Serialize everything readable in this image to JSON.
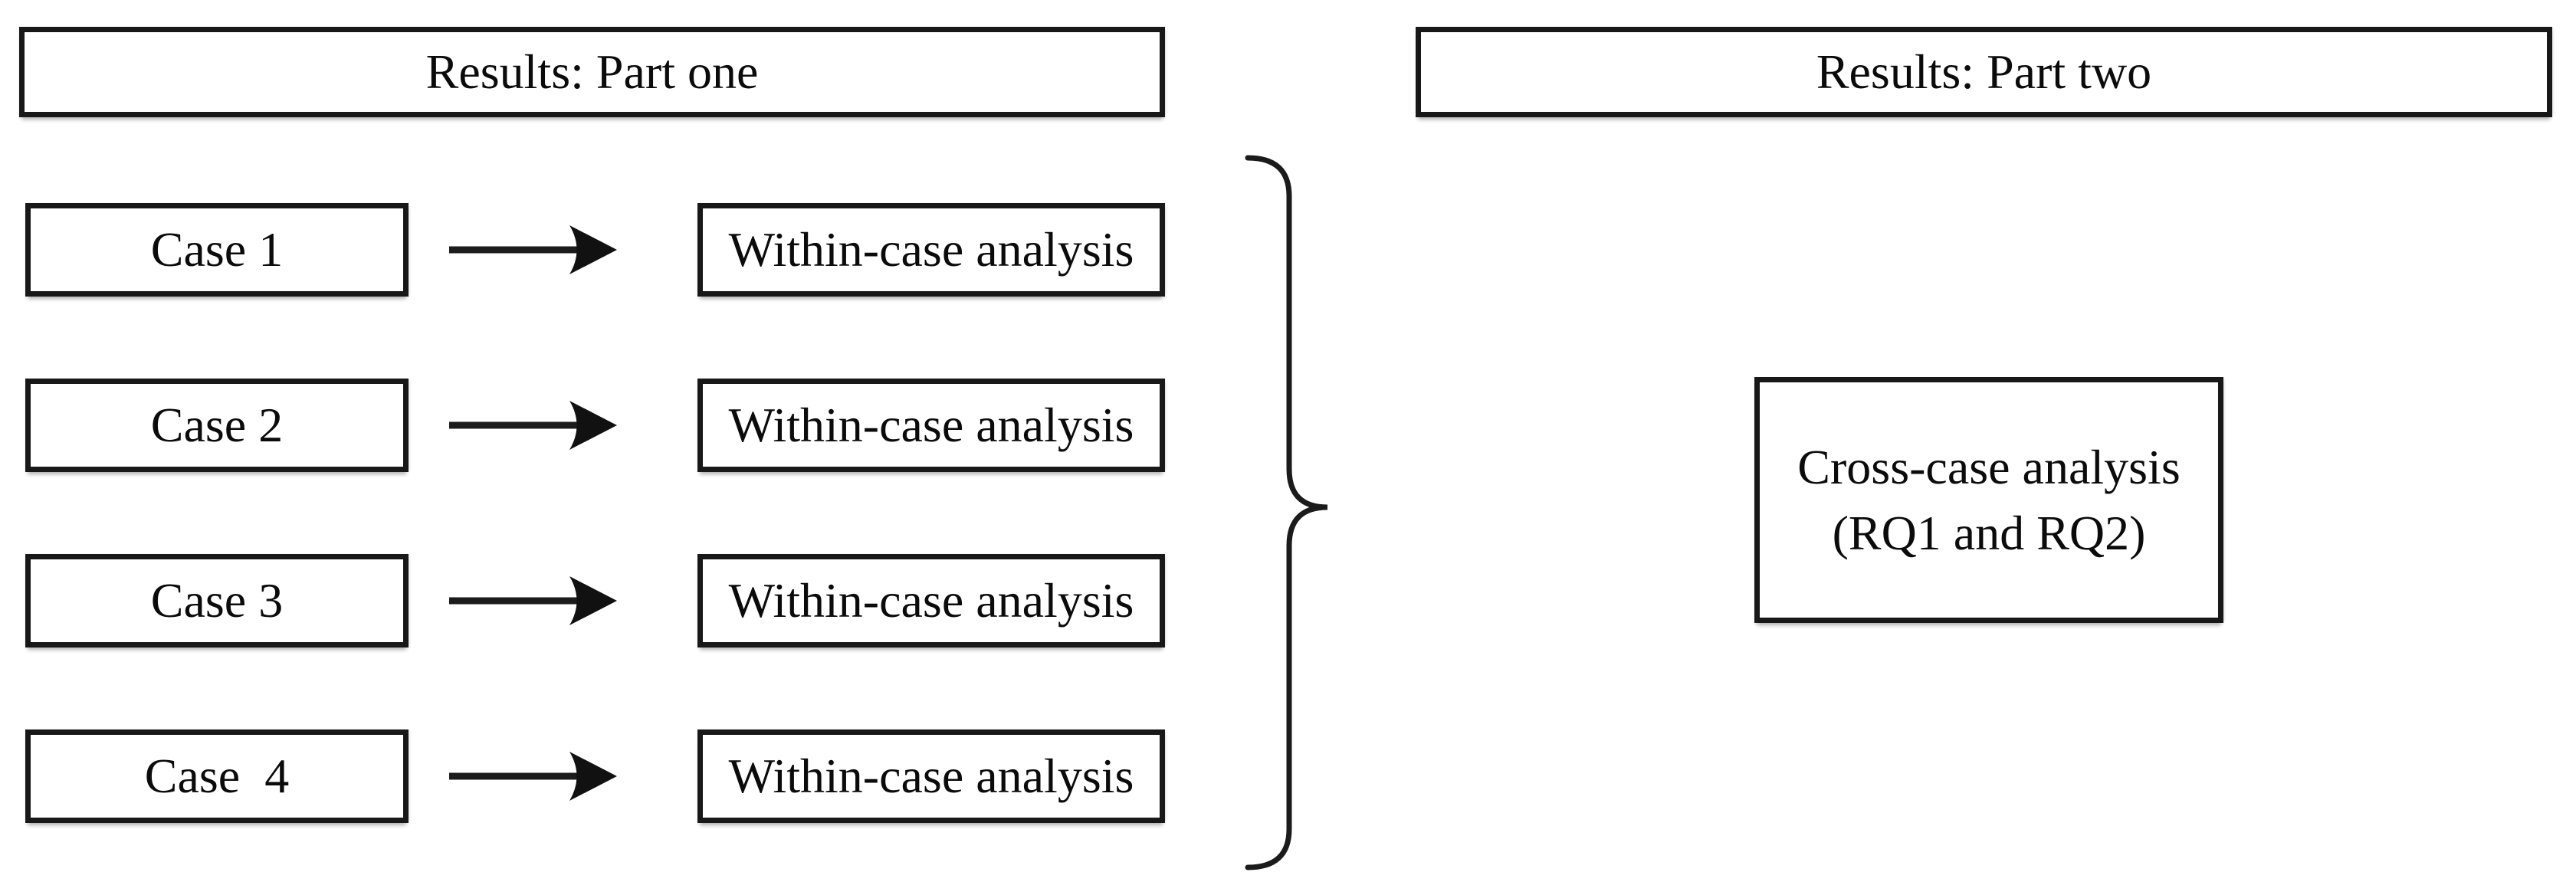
{
  "part_one": {
    "header": "Results: Part one",
    "rows": [
      {
        "case_label": "Case 1",
        "analysis_label": "Within-case analysis"
      },
      {
        "case_label": "Case 2",
        "analysis_label": "Within-case analysis"
      },
      {
        "case_label": "Case 3",
        "analysis_label": "Within-case analysis"
      },
      {
        "case_label": "Case  4",
        "analysis_label": "Within-case analysis"
      }
    ]
  },
  "part_two": {
    "header": "Results: Part two",
    "cross_case_box": {
      "line1": "Cross-case analysis",
      "line2": "(RQ1 and RQ2)"
    }
  },
  "icons": {
    "arrow": "right-arrow",
    "brace": "right-curly-brace"
  },
  "colors": {
    "border": "#181818",
    "text": "#0b0b0b",
    "background": "#ffffff"
  }
}
